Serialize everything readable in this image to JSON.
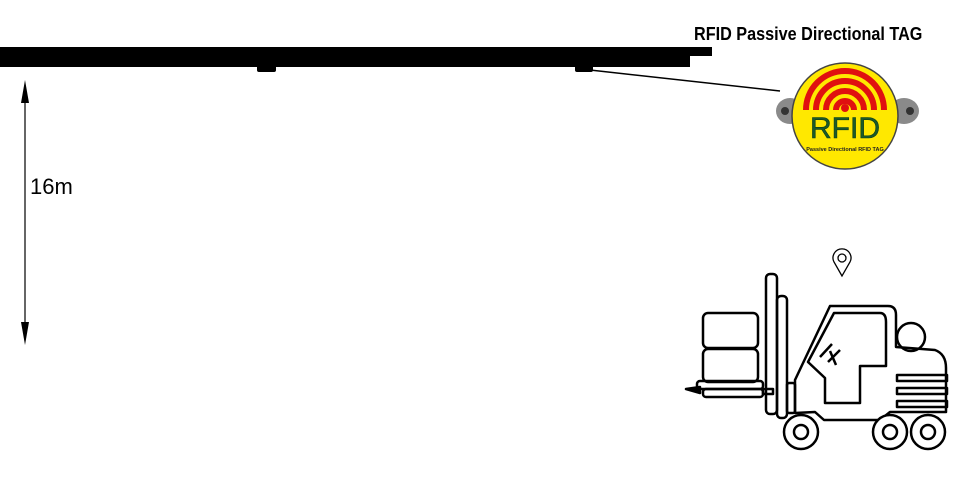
{
  "title": "RFID Passive Directional TAG",
  "height_label": "16m",
  "tag": {
    "logo_text": "RFID",
    "caption": "Passive Directional RFID TAG",
    "colors": {
      "face": "#ffe800",
      "waves": "#e01010",
      "text": "#1b5a2a",
      "ears": "#8a8a8a"
    }
  },
  "icons": [
    "ceiling-beam",
    "rfid-reader-mount",
    "height-arrow",
    "location-pin-icon",
    "forklift-icon"
  ]
}
